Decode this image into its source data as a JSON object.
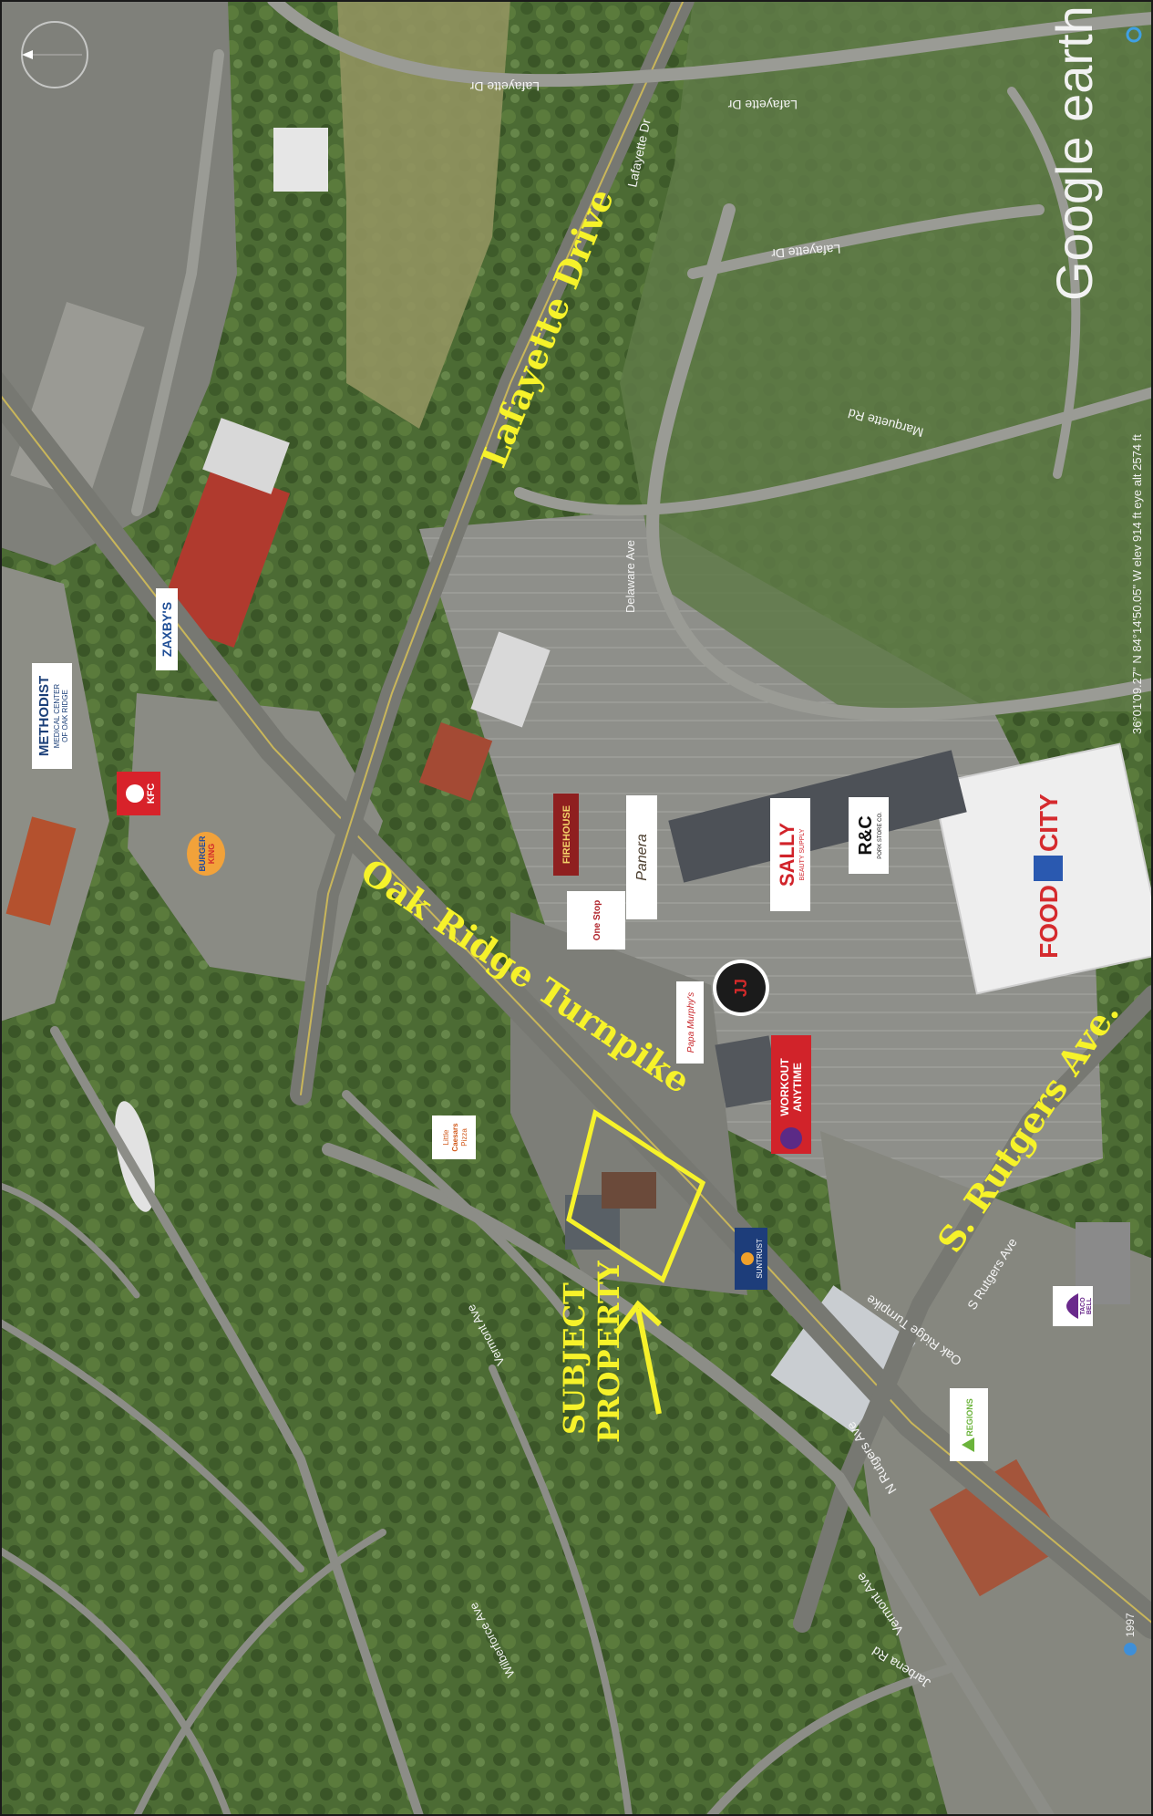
{
  "map": {
    "labels": {
      "road1": "Lafayette Drive",
      "road2": "Oak Ridge Turnpike",
      "road3": "S. Rutgers Ave.",
      "subject_line1": "SUBJECT",
      "subject_line2": "PROPERTY"
    },
    "streets": {
      "s1": "Lafayette Dr",
      "s2": "Lafayette Dr",
      "s3": "Lafayette Dr",
      "s4": "Marquette Rd",
      "s5": "Delaware Ave",
      "s6": "Oak Ridge Turnpike",
      "s7": "S Rutgers Ave",
      "s8": "N Rutgers Ave",
      "s9": "Vermont Ave",
      "s10": "Vermont Ave",
      "s11": "Jarbena Rd",
      "s12": "Wilberforce Ave"
    },
    "businesses": {
      "zaxbys": "ZAXBY'S",
      "methodist_1": "METHODIST",
      "methodist_2": "MEDICAL CENTER",
      "methodist_3": "OF OAK RIDGE",
      "kfc": "KFC",
      "burger_king_1": "BURGER",
      "burger_king_2": "KING",
      "firehouse": "FIREHOUSE",
      "panera": "Panera",
      "sally_1": "SALLY",
      "sally_2": "BEAUTY SUPPLY",
      "rc": "R&C",
      "rc_sub": "PORK STORE CO.",
      "food_city_1": "FOOD",
      "food_city_2": "CITY",
      "jimmy_johns": "JJ",
      "papa_murphys": "Papa Murphy's",
      "anytime_1": "WORKOUT",
      "anytime_2": "ANYTIME",
      "little_caesars_1": "Little",
      "little_caesars_2": "Caesars",
      "little_caesars_3": "Pizza",
      "suntrust": "SUNTRUST",
      "taco_bell_1": "TACO",
      "taco_bell_2": "BELL",
      "regions": "REGIONS",
      "one_stop": "One Stop"
    },
    "watermark": {
      "logo": "Google earth",
      "coords": "36°01'09.27\" N 84°14'50.05\" W elev 914 ft eye alt 2574 ft",
      "year": "1997"
    },
    "colors": {
      "label_yellow": "#f6f22a",
      "aerial_green": "#4b6a33",
      "road_gray": "#7a7a74"
    }
  }
}
